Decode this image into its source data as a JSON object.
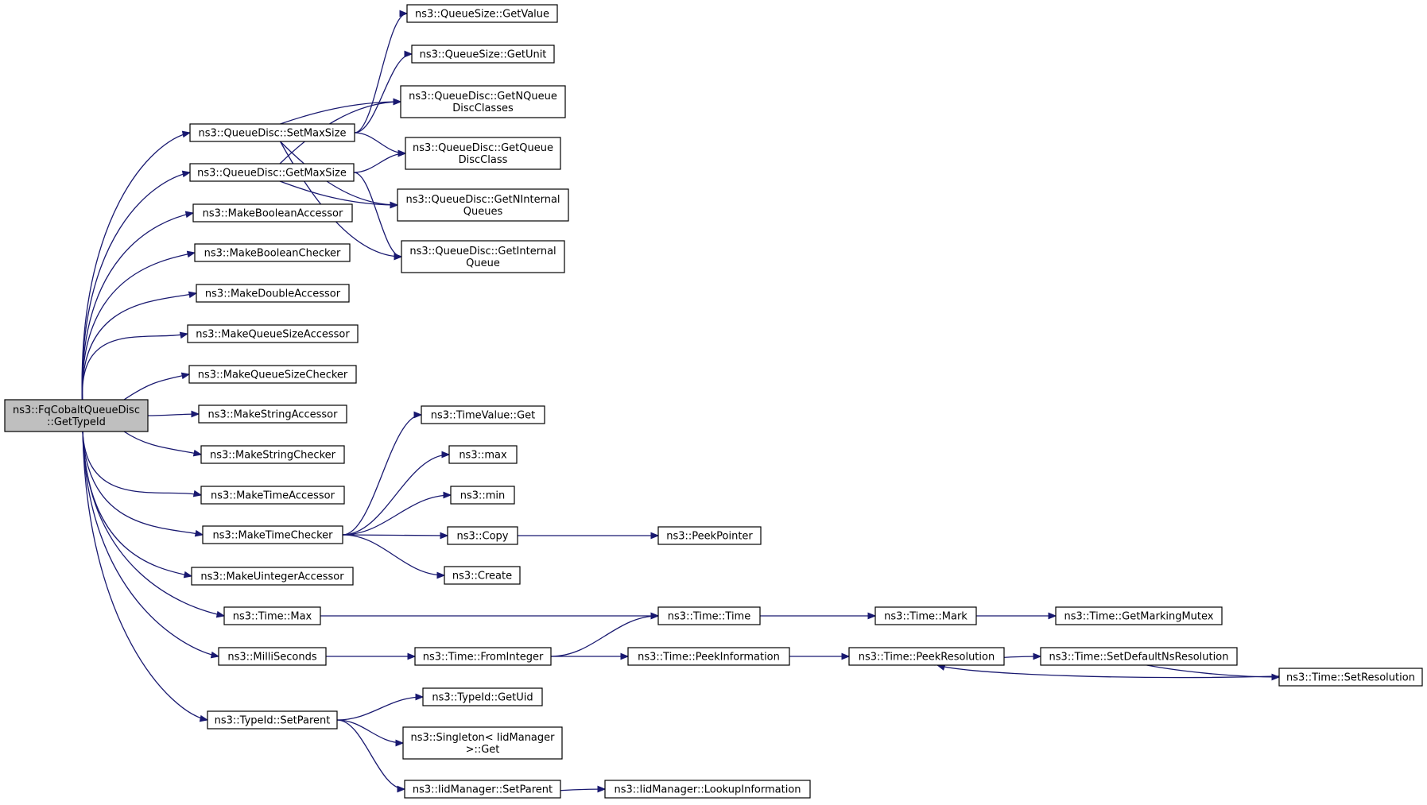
{
  "graph": {
    "colors": {
      "edge": "#191970",
      "node_border": "#000000",
      "node_fill": "#ffffff",
      "root_fill": "#bfbfbf"
    },
    "nodes": [
      {
        "id": "root",
        "lines": [
          "ns3::FqCobaltQueueDisc",
          "::GetTypeId"
        ],
        "root": true
      },
      {
        "id": "setmaxsize",
        "lines": [
          "ns3::QueueDisc::SetMaxSize"
        ]
      },
      {
        "id": "getmaxsize",
        "lines": [
          "ns3::QueueDisc::GetMaxSize"
        ]
      },
      {
        "id": "mkboolacc",
        "lines": [
          "ns3::MakeBooleanAccessor"
        ]
      },
      {
        "id": "mkboolchk",
        "lines": [
          "ns3::MakeBooleanChecker"
        ]
      },
      {
        "id": "mkdblacc",
        "lines": [
          "ns3::MakeDoubleAccessor"
        ]
      },
      {
        "id": "mkqsacc",
        "lines": [
          "ns3::MakeQueueSizeAccessor"
        ]
      },
      {
        "id": "mkqschk",
        "lines": [
          "ns3::MakeQueueSizeChecker"
        ]
      },
      {
        "id": "mkstracc",
        "lines": [
          "ns3::MakeStringAccessor"
        ]
      },
      {
        "id": "mkstrchk",
        "lines": [
          "ns3::MakeStringChecker"
        ]
      },
      {
        "id": "mktimeacc",
        "lines": [
          "ns3::MakeTimeAccessor"
        ]
      },
      {
        "id": "mktimechk",
        "lines": [
          "ns3::MakeTimeChecker"
        ]
      },
      {
        "id": "mkuintacc",
        "lines": [
          "ns3::MakeUintegerAccessor"
        ]
      },
      {
        "id": "timemax",
        "lines": [
          "ns3::Time::Max"
        ]
      },
      {
        "id": "millisec",
        "lines": [
          "ns3::MilliSeconds"
        ]
      },
      {
        "id": "setparent",
        "lines": [
          "ns3::TypeId::SetParent"
        ]
      },
      {
        "id": "qsgetvalue",
        "lines": [
          "ns3::QueueSize::GetValue"
        ]
      },
      {
        "id": "qsgetunit",
        "lines": [
          "ns3::QueueSize::GetUnit"
        ]
      },
      {
        "id": "getnqdc",
        "lines": [
          "ns3::QueueDisc::GetNQueue",
          "DiscClasses"
        ]
      },
      {
        "id": "getqdc",
        "lines": [
          "ns3::QueueDisc::GetQueue",
          "DiscClass"
        ]
      },
      {
        "id": "getnintq",
        "lines": [
          "ns3::QueueDisc::GetNInternal",
          "Queues"
        ]
      },
      {
        "id": "getintq",
        "lines": [
          "ns3::QueueDisc::GetInternal",
          "Queue"
        ]
      },
      {
        "id": "tvget",
        "lines": [
          "ns3::TimeValue::Get"
        ]
      },
      {
        "id": "max",
        "lines": [
          "ns3::max"
        ]
      },
      {
        "id": "min",
        "lines": [
          "ns3::min"
        ]
      },
      {
        "id": "copy",
        "lines": [
          "ns3::Copy"
        ]
      },
      {
        "id": "create",
        "lines": [
          "ns3::Create"
        ]
      },
      {
        "id": "peekptr",
        "lines": [
          "ns3::PeekPointer"
        ]
      },
      {
        "id": "timetime",
        "lines": [
          "ns3::Time::Time"
        ]
      },
      {
        "id": "timemark",
        "lines": [
          "ns3::Time::Mark"
        ]
      },
      {
        "id": "getmarkmutex",
        "lines": [
          "ns3::Time::GetMarkingMutex"
        ]
      },
      {
        "id": "fromint",
        "lines": [
          "ns3::Time::FromInteger"
        ]
      },
      {
        "id": "peekinfo",
        "lines": [
          "ns3::Time::PeekInformation"
        ]
      },
      {
        "id": "peekres",
        "lines": [
          "ns3::Time::PeekResolution"
        ]
      },
      {
        "id": "setdefns",
        "lines": [
          "ns3::Time::SetDefaultNsResolution"
        ]
      },
      {
        "id": "setres",
        "lines": [
          "ns3::Time::SetResolution"
        ]
      },
      {
        "id": "getuid",
        "lines": [
          "ns3::TypeId::GetUid"
        ]
      },
      {
        "id": "singleton",
        "lines": [
          "ns3::Singleton< IidManager",
          ">::Get"
        ]
      },
      {
        "id": "iidsetparent",
        "lines": [
          "ns3::IidManager::SetParent"
        ]
      },
      {
        "id": "lookupinfo",
        "lines": [
          "ns3::IidManager::LookupInformation"
        ]
      }
    ],
    "edges": [
      [
        "root",
        "setmaxsize"
      ],
      [
        "root",
        "getmaxsize"
      ],
      [
        "root",
        "mkboolacc"
      ],
      [
        "root",
        "mkboolchk"
      ],
      [
        "root",
        "mkdblacc"
      ],
      [
        "root",
        "mkqsacc"
      ],
      [
        "root",
        "mkqschk"
      ],
      [
        "root",
        "mkstracc"
      ],
      [
        "root",
        "mkstrchk"
      ],
      [
        "root",
        "mktimeacc"
      ],
      [
        "root",
        "mktimechk"
      ],
      [
        "root",
        "mkuintacc"
      ],
      [
        "root",
        "timemax"
      ],
      [
        "root",
        "millisec"
      ],
      [
        "root",
        "setparent"
      ],
      [
        "setmaxsize",
        "qsgetvalue"
      ],
      [
        "setmaxsize",
        "qsgetunit"
      ],
      [
        "setmaxsize",
        "getnqdc"
      ],
      [
        "setmaxsize",
        "getqdc"
      ],
      [
        "setmaxsize",
        "getnintq"
      ],
      [
        "setmaxsize",
        "getintq"
      ],
      [
        "getmaxsize",
        "getnqdc"
      ],
      [
        "getmaxsize",
        "getqdc"
      ],
      [
        "getmaxsize",
        "getnintq"
      ],
      [
        "getmaxsize",
        "getintq"
      ],
      [
        "mktimechk",
        "tvget"
      ],
      [
        "mktimechk",
        "max"
      ],
      [
        "mktimechk",
        "min"
      ],
      [
        "mktimechk",
        "copy"
      ],
      [
        "mktimechk",
        "create"
      ],
      [
        "copy",
        "peekptr"
      ],
      [
        "timemax",
        "timetime"
      ],
      [
        "timetime",
        "timemark"
      ],
      [
        "timemark",
        "getmarkmutex"
      ],
      [
        "millisec",
        "fromint"
      ],
      [
        "fromint",
        "timetime"
      ],
      [
        "fromint",
        "peekinfo"
      ],
      [
        "peekinfo",
        "peekres"
      ],
      [
        "peekres",
        "setdefns"
      ],
      [
        "setdefns",
        "setres"
      ],
      [
        "setres",
        "peekres"
      ],
      [
        "setparent",
        "getuid"
      ],
      [
        "setparent",
        "singleton"
      ],
      [
        "setparent",
        "iidsetparent"
      ],
      [
        "iidsetparent",
        "lookupinfo"
      ]
    ]
  }
}
